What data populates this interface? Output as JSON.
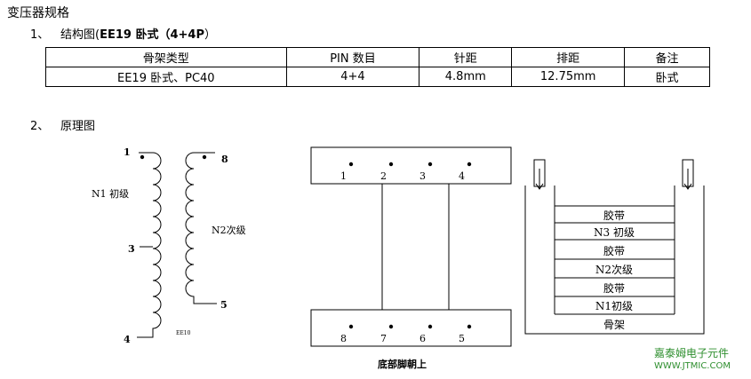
{
  "title": "变压器规格",
  "section1": {
    "number": "1、",
    "prefix": "结构图(",
    "emph": "EE19 卧式（4+4P",
    "suffix": "）"
  },
  "spec_table": {
    "headers": [
      "骨架类型",
      "PIN 数目",
      "针距",
      "排距",
      "备注"
    ],
    "rows": [
      [
        "EE19 卧式、PC40",
        "4+4",
        "4.8mm",
        "12.75mm",
        "卧式"
      ]
    ]
  },
  "section2": {
    "number": "2、",
    "label": "原理图"
  },
  "schematic": {
    "pin1": "1",
    "pin3": "3",
    "pin4": "4",
    "pin8": "8",
    "pin5": "5",
    "n1_label": "N1 初级",
    "n2_label": "N2次级",
    "core_label": "EE10"
  },
  "bobbin_pins": {
    "top": [
      "1",
      "2",
      "3",
      "4"
    ],
    "bottom": [
      "8",
      "7",
      "6",
      "5"
    ],
    "caption": "底部脚朝上"
  },
  "winding_stack": {
    "layers": [
      "胶带",
      "N3 初级",
      "胶带",
      "N2次级",
      "胶带",
      "N1初级",
      "骨架"
    ]
  },
  "watermark": {
    "cn": "嘉泰姆电子元件",
    "url": "WWW.JTMIC.COM"
  }
}
